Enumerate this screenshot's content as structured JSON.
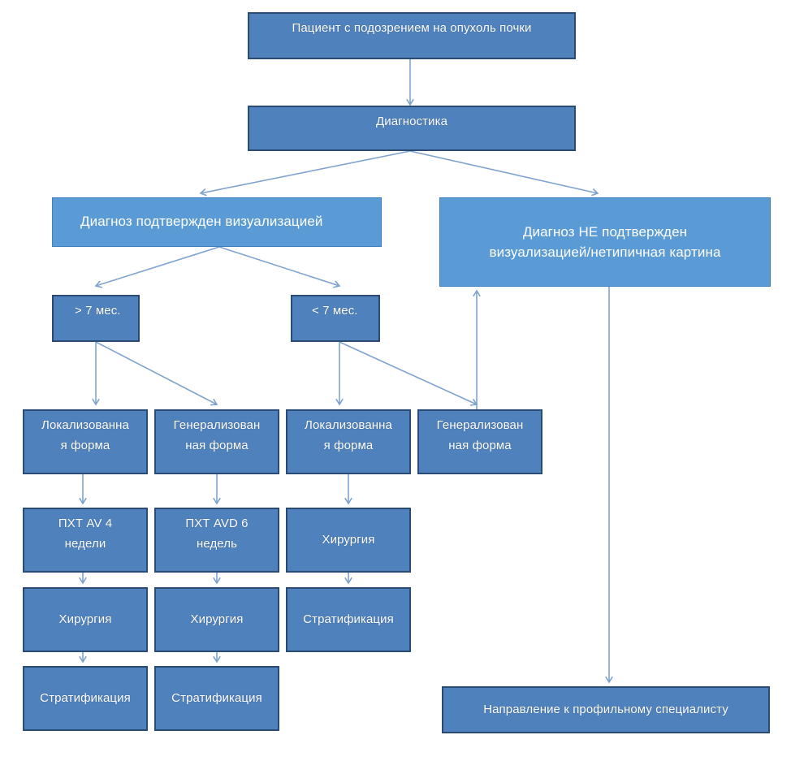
{
  "colors": {
    "box_fill": "#4f81bd",
    "box_border": "#2a4b74",
    "box_fill_light": "#5a9bd5",
    "arrow": "#7ea3cf",
    "text": "#ffffff"
  },
  "nodes": {
    "patient": "Пациент с подозрением на опухоль почки",
    "diagnostics": "Диагностика",
    "dx_confirmed": "Диагноз подтвержден визуализацией",
    "dx_not_confirmed": "Диагноз НЕ подтвержден\nвизуализацией/нетипичная картина",
    "over7": "> 7 мес.",
    "under7": "< 7 мес.",
    "loc_over": "Локализованна\nя форма",
    "gen_over": "Генерализован\nная форма",
    "loc_under": "Локализованна\nя форма",
    "gen_under": "Генерализован\nная форма",
    "pxt_av4": "ПХТ AV 4\nнедели",
    "pxt_avd6": "ПХТ AVD 6\nнедель",
    "surgery_under": "Хирургия",
    "surgery_1": "Хирургия",
    "surgery_2": "Хирургия",
    "strat_under": "Стратификация",
    "strat_1": "Стратификация",
    "strat_2": "Стратификация",
    "referral": "Направление к профильному специалисту"
  }
}
